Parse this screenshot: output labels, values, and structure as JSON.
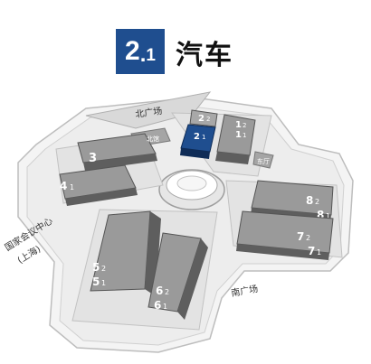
{
  "header": {
    "section_major": "2",
    "section_dot": ".",
    "section_minor": "1",
    "title": "汽车"
  },
  "map": {
    "labels": {
      "north_plaza": "北广场",
      "north_hall": "北馆",
      "east_hall": "东厅",
      "south_plaza": "南广场",
      "convention_center_line1": "国家会议中心",
      "convention_center_line2": "(上海)"
    },
    "halls": [
      {
        "id": "2.2",
        "major": "2",
        "minor": "2",
        "highlighted": true
      },
      {
        "id": "2.1",
        "major": "2",
        "minor": "1",
        "highlighted": true
      },
      {
        "id": "1.2",
        "major": "1",
        "minor": "2",
        "highlighted": false
      },
      {
        "id": "1.1",
        "major": "1",
        "minor": "1",
        "highlighted": false
      },
      {
        "id": "3",
        "major": "3",
        "minor": "",
        "highlighted": false
      },
      {
        "id": "4.1",
        "major": "4",
        "minor": "1",
        "highlighted": false
      },
      {
        "id": "8.2",
        "major": "8",
        "minor": "2",
        "highlighted": false
      },
      {
        "id": "8.1",
        "major": "8",
        "minor": "1",
        "highlighted": false
      },
      {
        "id": "7.2",
        "major": "7",
        "minor": "2",
        "highlighted": false
      },
      {
        "id": "7.1",
        "major": "7",
        "minor": "1",
        "highlighted": false
      },
      {
        "id": "5.2",
        "major": "5",
        "minor": "2",
        "highlighted": false
      },
      {
        "id": "5.1",
        "major": "5",
        "minor": "1",
        "highlighted": false
      },
      {
        "id": "6.2",
        "major": "6",
        "minor": "2",
        "highlighted": false
      },
      {
        "id": "6.1",
        "major": "6",
        "minor": "1",
        "highlighted": false
      }
    ],
    "colors": {
      "highlight": "#1f4e8f",
      "hall_fill": "#8c8c8c",
      "hall_dark": "#555555",
      "ground": "#f2f2f2",
      "outline": "#b8b8b8"
    }
  }
}
